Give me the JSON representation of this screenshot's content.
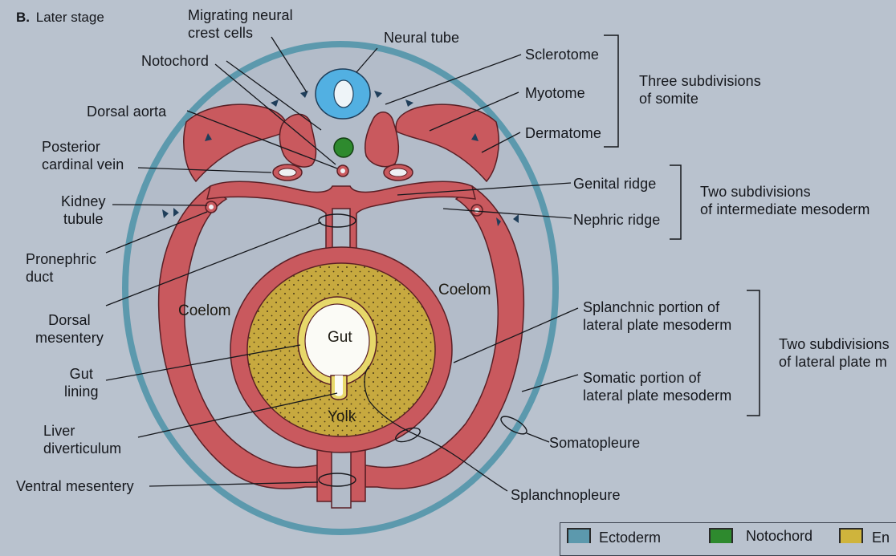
{
  "header": {
    "letter": "B.",
    "title": "Later stage"
  },
  "labels": {
    "migrating_neural_crest": "Migrating neural\ncrest cells",
    "neural_tube": "Neural tube",
    "notochord": "Notochord",
    "dorsal_aorta": "Dorsal aorta",
    "posterior_cardinal_vein": "Posterior\ncardinal vein",
    "kidney_tubule": "Kidney\ntubule",
    "pronephric_duct": "Pronephric\nduct",
    "dorsal_mesentery": "Dorsal\nmesentery",
    "gut_lining": "Gut\nlining",
    "liver_diverticulum": "Liver\ndiverticulum",
    "ventral_mesentery": "Ventral mesentery",
    "sclerotome": "Sclerotome",
    "myotome": "Myotome",
    "dermatome": "Dermatome",
    "genital_ridge": "Genital ridge",
    "nephric_ridge": "Nephric ridge",
    "splanchnic_portion": "Splanchnic portion of\nlateral plate mesoderm",
    "somatic_portion": "Somatic portion of\nlateral plate mesoderm",
    "somatopleure": "Somatopleure",
    "splanchnopleure": "Splanchnopleure"
  },
  "inner_labels": {
    "coelom_left": "Coelom",
    "coelom_right": "Coelom",
    "gut": "Gut",
    "yolk": "Yolk"
  },
  "groups": {
    "somite": "Three subdivisions\nof somite",
    "intermediate": "Two subdivisions\nof intermediate mesoderm",
    "lateral": "Two subdivisions\nof lateral plate m"
  },
  "legend": [
    {
      "label": "Ectoderm",
      "color": "#5c99ad"
    },
    {
      "label": "Notochord",
      "color": "#2e8a2e"
    },
    {
      "label": "En",
      "color": "#cfb43c"
    }
  ],
  "colors": {
    "mesoderm": "#c9595e",
    "ectoderm": "#5c99ad",
    "neural_tube": "#52b0e2",
    "yolk": "#c7a93f",
    "gut_lining": "#e7d86a",
    "notochord": "#2e8a2e"
  }
}
